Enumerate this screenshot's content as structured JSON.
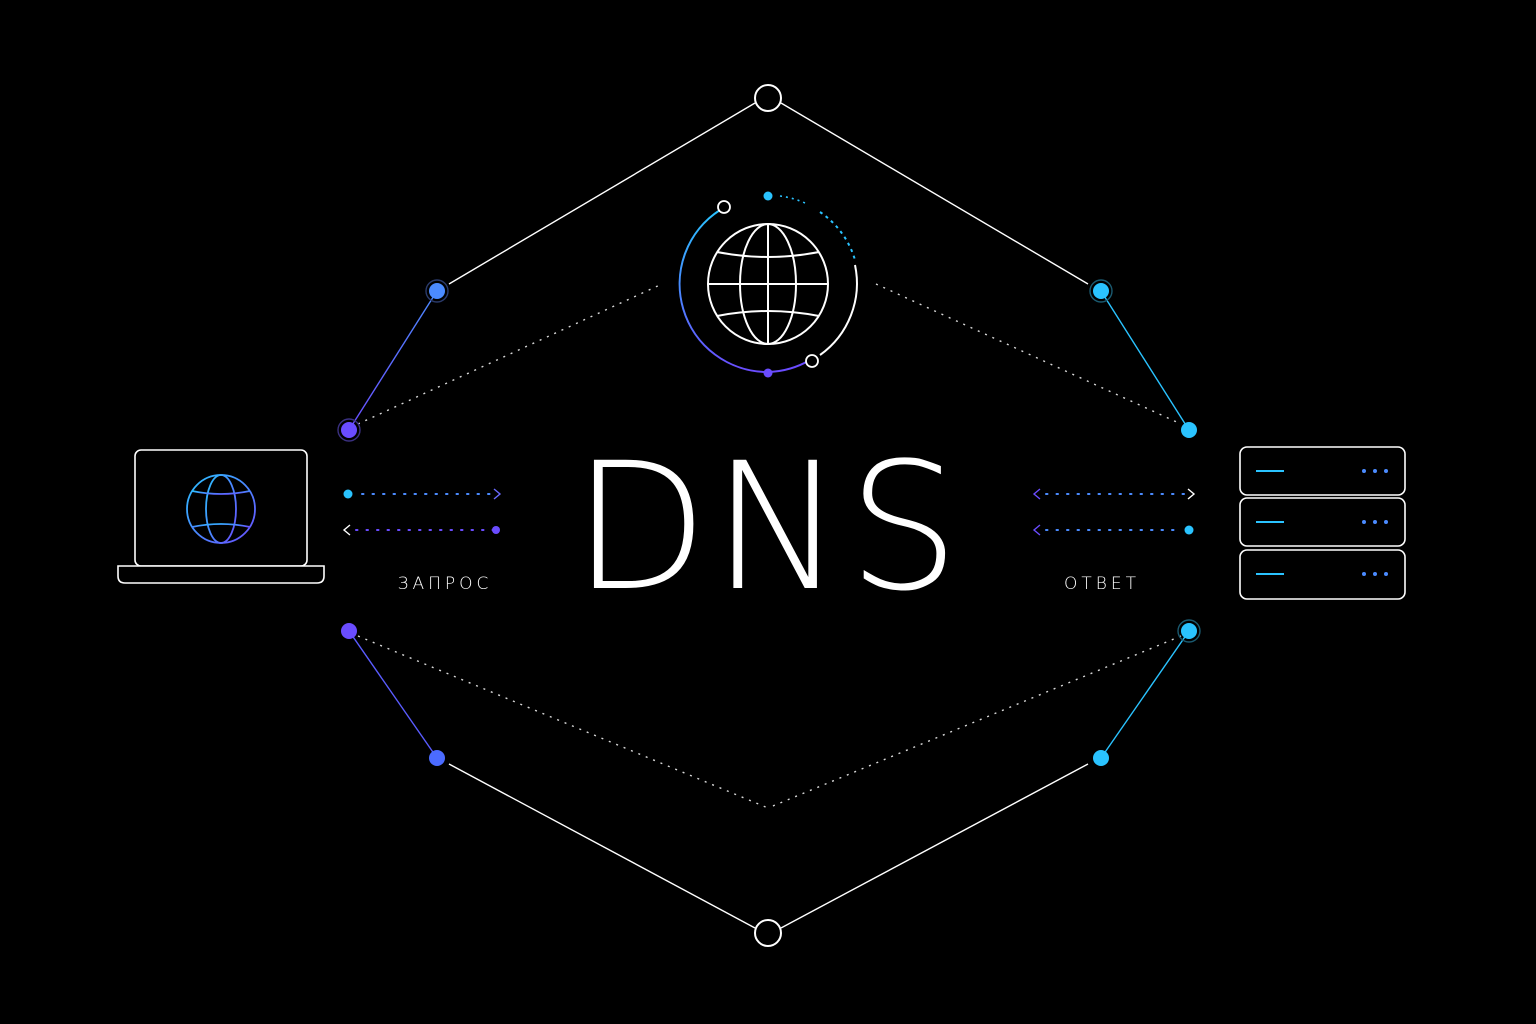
{
  "title": "DNS",
  "labels": {
    "request": "ЗАПРОС",
    "response": "ОТВЕТ"
  },
  "icons": {
    "client": "laptop-icon",
    "client_screen": "globe-icon",
    "internet": "globe-icon",
    "server": "server-rack-icon"
  },
  "colors": {
    "background": "#000000",
    "line": "#ffffff",
    "accent_blue": "#2ac3ff",
    "accent_violet": "#6a4cff",
    "accent_indigo": "#4b6bff"
  }
}
